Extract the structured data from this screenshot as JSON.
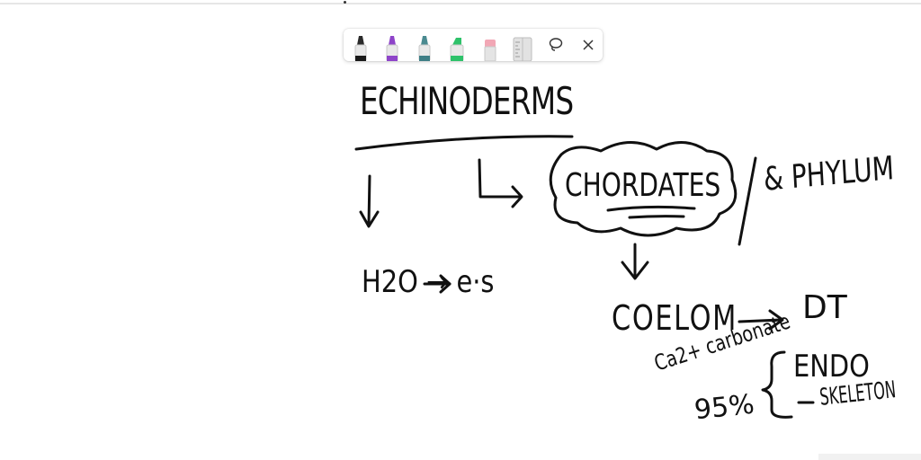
{
  "toolbar": {
    "tools": [
      {
        "name": "pen-black-icon",
        "color": "#1a1a1a"
      },
      {
        "name": "pen-purple-icon",
        "color": "#8e44c9"
      },
      {
        "name": "pen-teal-icon",
        "color": "#3f7f86"
      },
      {
        "name": "highlighter-green-icon",
        "color": "#2ec26a"
      },
      {
        "name": "eraser-icon",
        "color": "#f2a7b5"
      },
      {
        "name": "ruler-icon",
        "color": "#cfcfcf"
      },
      {
        "name": "lasso-icon",
        "color": "#333333"
      },
      {
        "name": "close-icon",
        "color": "#333333"
      }
    ]
  },
  "notes": {
    "title": "ECHINODERMS",
    "water": "H2O → e·s",
    "chordates": "CHORDATES",
    "phylum": "& PHYLUM",
    "coelom": "COELOM",
    "dt": "DT",
    "calcium": "Ca2+ carbonate",
    "percent": "95%",
    "endo": "ENDO",
    "skeleton": "SKELETON"
  }
}
